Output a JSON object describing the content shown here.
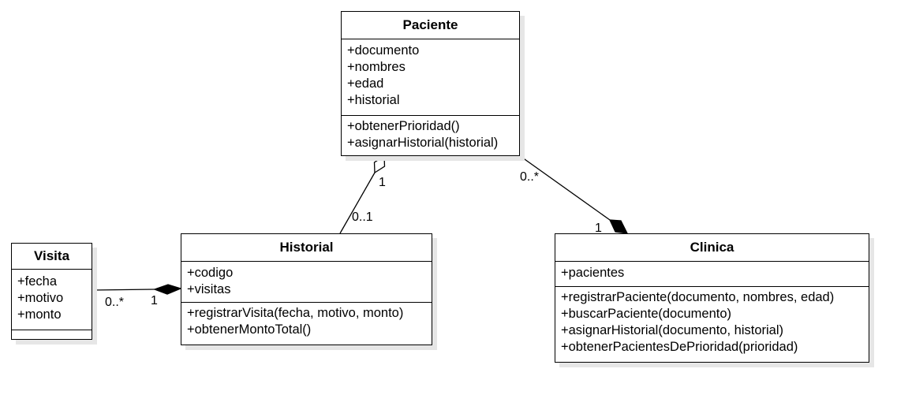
{
  "classes": {
    "paciente": {
      "name": "Paciente",
      "attributes": [
        "+documento",
        "+nombres",
        "+edad",
        "+historial"
      ],
      "operations": [
        "+obtenerPrioridad()",
        "+asignarHistorial(historial)"
      ]
    },
    "historial": {
      "name": "Historial",
      "attributes": [
        "+codigo",
        "+visitas"
      ],
      "operations": [
        "+registrarVisita(fecha, motivo, monto)",
        "+obtenerMontoTotal()"
      ]
    },
    "visita": {
      "name": "Visita",
      "attributes": [
        "+fecha",
        "+motivo",
        "+monto"
      ],
      "operations": []
    },
    "clinica": {
      "name": "Clinica",
      "attributes": [
        "+pacientes"
      ],
      "operations": [
        "+registrarPaciente(documento, nombres, edad)",
        "+buscarPaciente(documento)",
        "+asignarHistorial(documento, historial)",
        "+obtenerPacientesDePrioridad(prioridad)"
      ]
    }
  },
  "relations": {
    "paciente_historial": {
      "type": "aggregation",
      "mult_paciente": "1",
      "mult_historial": "0..1"
    },
    "paciente_clinica": {
      "type": "composition",
      "mult_paciente": "0..*",
      "mult_clinica": "1"
    },
    "visita_historial": {
      "type": "composition",
      "mult_visita": "0..*",
      "mult_historial": "1"
    }
  }
}
